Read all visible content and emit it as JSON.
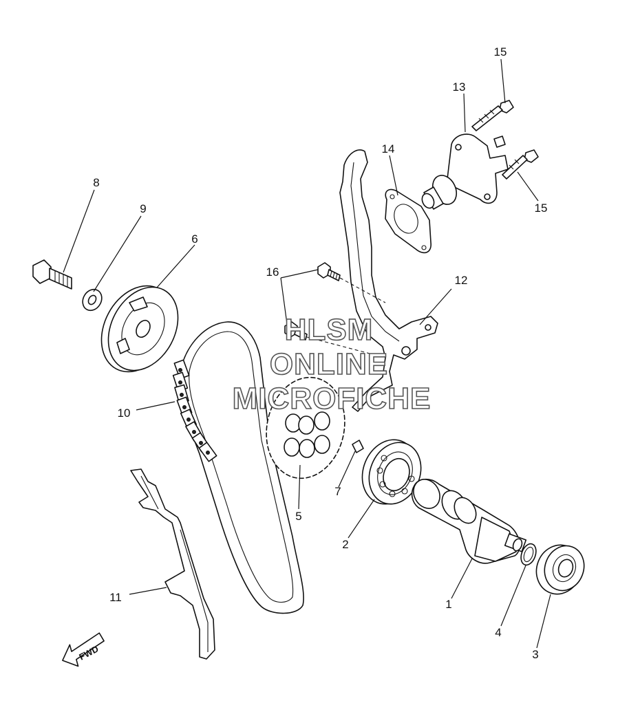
{
  "watermark": {
    "line1": "HLSM",
    "line2": "ONLINE",
    "line3": "MICROFICHE"
  },
  "direction_label": "FWD",
  "callouts": {
    "c1": "1",
    "c2": "2",
    "c3": "3",
    "c4": "4",
    "c5": "5",
    "c6": "6",
    "c7": "7",
    "c8": "8",
    "c9": "9",
    "c10": "10",
    "c11": "11",
    "c12": "12",
    "c13": "13",
    "c14": "14",
    "c15a": "15",
    "c15b": "15",
    "c16": "16"
  }
}
